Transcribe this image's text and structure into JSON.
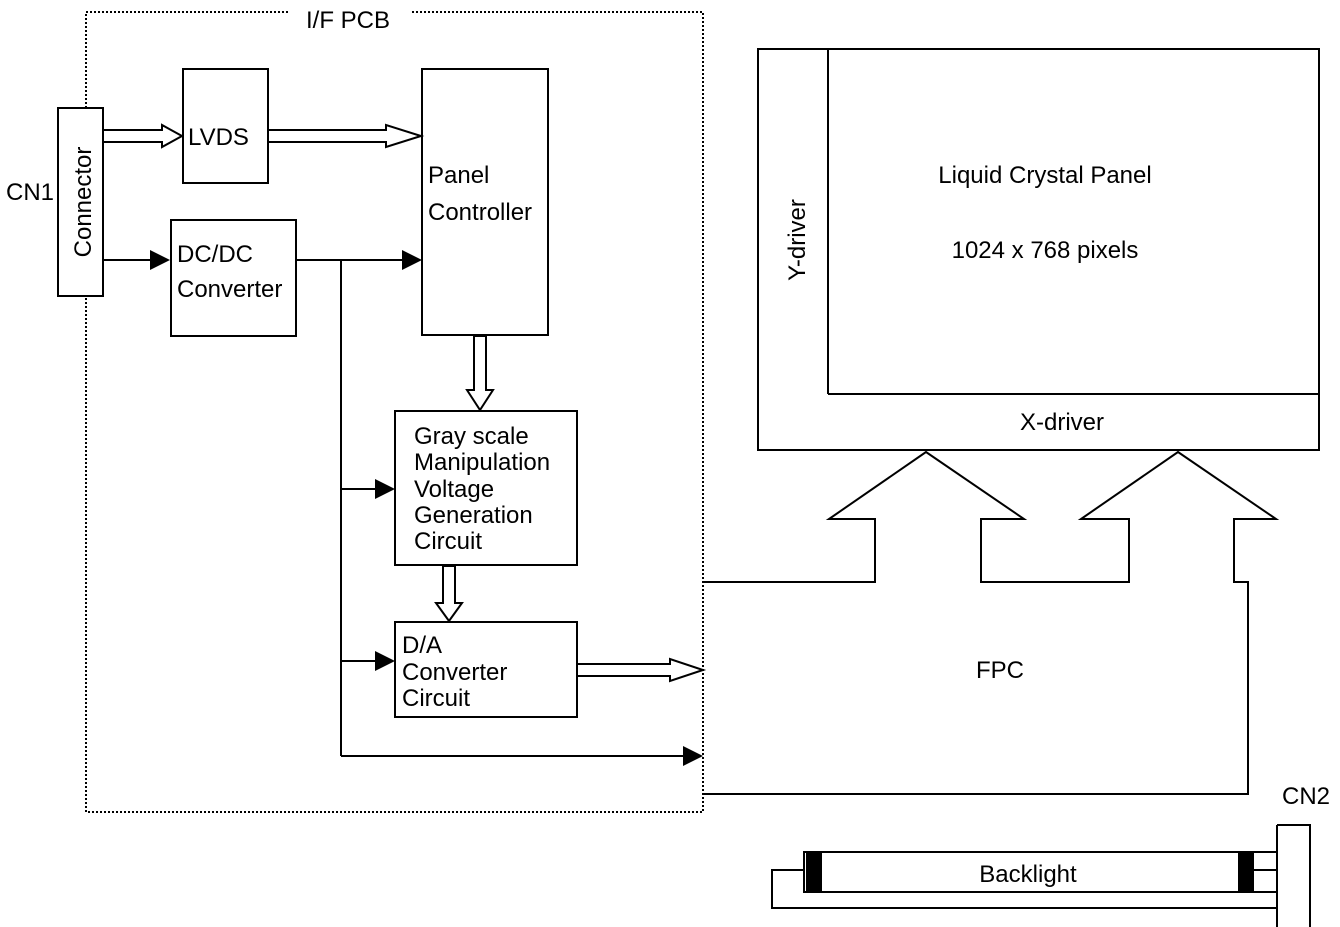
{
  "pcb": {
    "title": "I/F PCB"
  },
  "labels": {
    "cn1": "CN1",
    "cn2": "CN2",
    "connector": "Connector",
    "lvds": "LVDS",
    "dcdc_line1": "DC/DC",
    "dcdc_line2": "Converter",
    "panel_ctrl_line1": "Panel",
    "panel_ctrl_line2": "Controller",
    "gray_line1": "Gray scale",
    "gray_line2": "Manipulation",
    "gray_line3": "Voltage",
    "gray_line4": "Generation",
    "gray_line5": "Circuit",
    "da_line1": "D/A",
    "da_line2": "Converter",
    "da_line3": "Circuit",
    "lcd_title": "Liquid Crystal Panel",
    "lcd_resolution": "1024 x 768 pixels",
    "y_driver": "Y-driver",
    "x_driver": "X-driver",
    "fpc": "FPC",
    "backlight": "Backlight"
  }
}
